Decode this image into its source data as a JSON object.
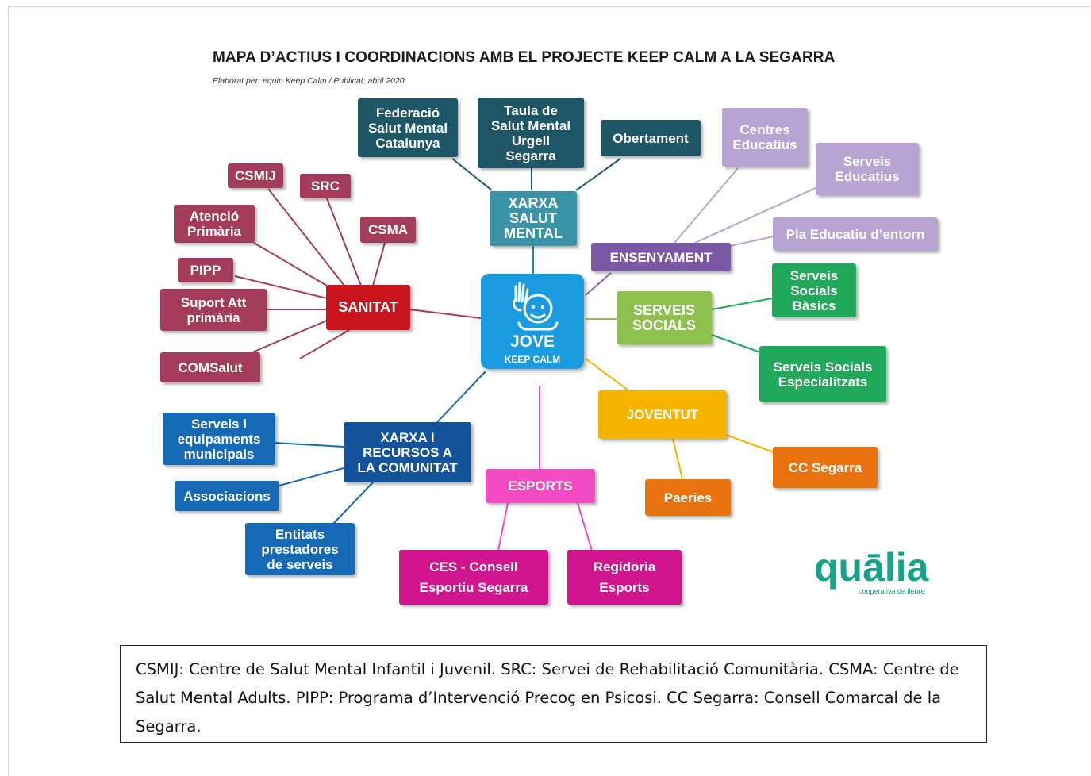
{
  "title": "MAPA D’ACTIUS I COORDINACIONS AMB EL PROJECTE KEEP CALM A LA SEGARRA",
  "subtitle": "Elaborat per: equip Keep Calm / Publicat: abril 2020",
  "center": {
    "label": "JOVE",
    "sublabel": "KEEP CALM",
    "icon": "waving-person-icon",
    "color": "#1a9be0"
  },
  "nodes": {
    "xarxa_salut_mental": "XARXA\nSALUT\nMENTAL",
    "federacio": "Federació\nSalut Mental\nCatalunya",
    "taula": "Taula de\nSalut Mental\nUrgell\nSegarra",
    "obertament": "Obertament",
    "ensenyament": "ENSENYAMENT",
    "centres_educatius": "Centres\nEducatius",
    "serveis_educatius": "Serveis\nEducatius",
    "pla_educatiu": "Pla Educatiu d’entorn",
    "serveis_socials": "SERVEIS\nSOCIALS",
    "ss_basics": "Serveis\nSocials\nBàsics",
    "ss_especialitzats": "Serveis Socials\nEspecialitzats",
    "joventut": "JOVENTUT",
    "cc_segarra": "CC Segarra",
    "paeries": "Paeries",
    "esports": "ESPORTS",
    "ces": "CES - Consell\nEsportiu Segarra",
    "regidoria": "Regidoria\nEsports",
    "xarxa_comunitat": "XARXA I\nRECURSOS A\nLA COMUNITAT",
    "serveis_municipals": "Serveis i\nequipaments\nmunicipals",
    "associacions": "Associacions",
    "entitats": "Entitats\nprestadores\nde serveis",
    "sanitat": "SANITAT",
    "csmij": "CSMIJ",
    "src": "SRC",
    "csma": "CSMA",
    "atencio_primaria": "Atenció\nPrimària",
    "pipp": "PIPP",
    "suport_att": "Suport Att\nprimària",
    "comsalut": "COMSalut"
  },
  "colors": {
    "salut_mental": "#2f8a9a",
    "salut_mental_dark": "#1f5665",
    "ensenyament": "#8a63ad",
    "ensenyament_light": "#b7a4d0",
    "serveis_socials_main": "#8fbf4f",
    "serveis_socials": "#21a85a",
    "joventut": "#f5b400",
    "joventut_dark": "#e8730f",
    "esports": "#f24bc4",
    "esports_dark": "#d0158f",
    "comunitat": "#1769b4",
    "comunitat_main": "#14539a",
    "sanitat": "#c8141d",
    "sanitat_light": "#a33c5a"
  },
  "logo": {
    "text": "quālia",
    "tagline": "cooperativa de lleure"
  },
  "footnote": "CSMIJ: Centre de Salut Mental Infantil i Juvenil. SRC: Servei de Rehabilitació Comunitària. CSMA: Centre de Salut Mental Adults.  PIPP: Programa d’Intervenció Precoç en Psicosi. CC Segarra: Consell Comarcal de la Segarra."
}
